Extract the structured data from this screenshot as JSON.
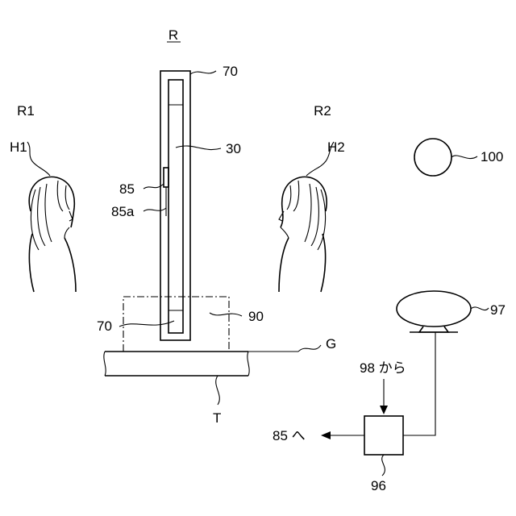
{
  "labels": {
    "room": "R",
    "region_left": "R1",
    "region_right": "R2",
    "person_left": "H1",
    "person_right": "H2",
    "frame_top": "70",
    "frame_bottom": "70",
    "panel": "30",
    "sensor": "85",
    "sensor_wire": "85a",
    "base": "90",
    "floor": "G",
    "table": "T",
    "light": "100",
    "camera": "97",
    "input_from": "98 から",
    "output_to": "85 へ",
    "controller": "96"
  }
}
